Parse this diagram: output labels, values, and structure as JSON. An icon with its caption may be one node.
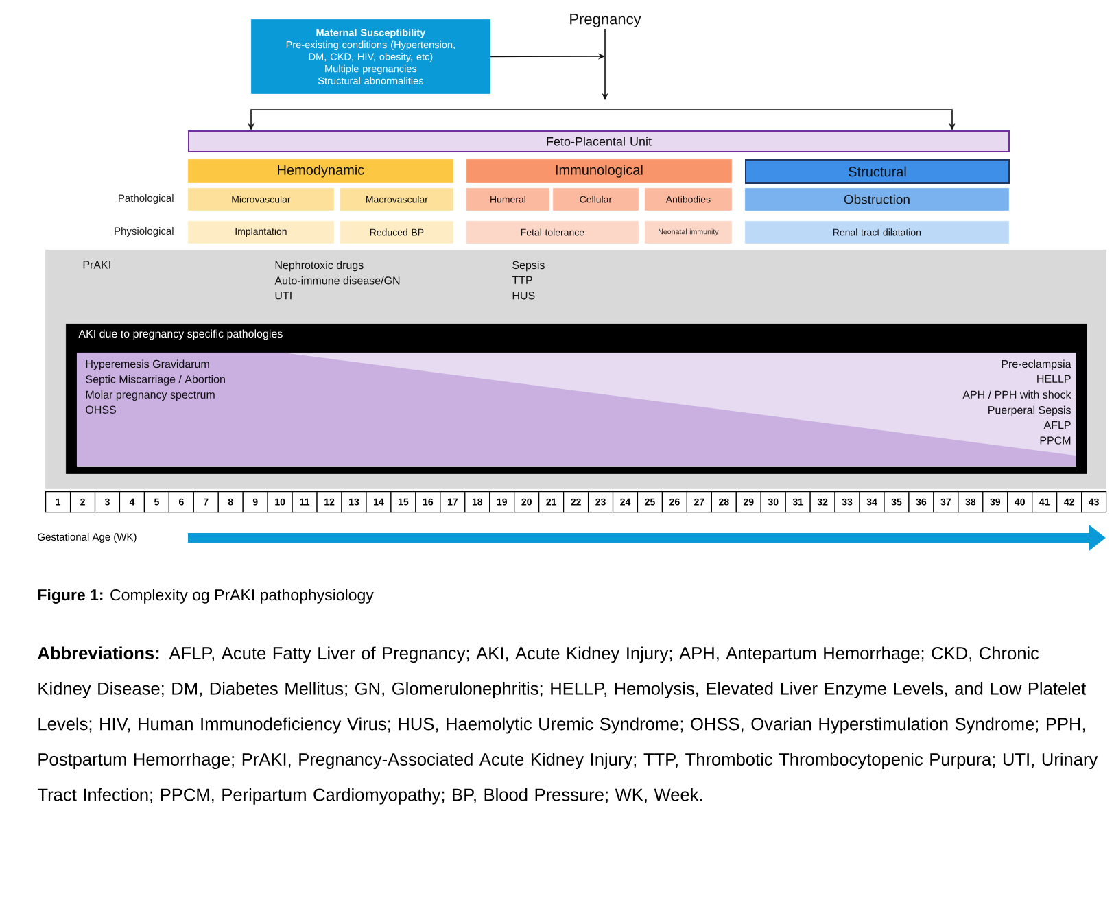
{
  "diagram": {
    "caption": "**Figure 1:** Complexity og PrAKI pathophysiology",
    "nodes": [
      {
        "text": [
          "Maternal Susceptibility",
          "Pre-existing conditions (Hypertension, DM, CKD, HIV, obesity, etc)",
          "Multiple pregnancies",
          "Structural abnormalities"
        ]
      },
      {
        "text": [
          "Pregnancy"
        ]
      },
      {
        "text": [
          "Feto-Placental Unit"
        ]
      },
      {
        "text": [
          "Hemodynamic"
        ]
      },
      {
        "text": [
          "Immunological"
        ]
      },
      {
        "text": [
          "Structural"
        ]
      },
      {
        "text": [
          "Microvascular"
        ]
      },
      {
        "text": [
          "Macrovascular"
        ]
      },
      {
        "text": [
          "Humeral"
        ]
      },
      {
        "text": [
          "Cellular"
        ]
      },
      {
        "text": [
          "Antibodies"
        ]
      },
      {
        "text": [
          "Obstruction"
        ]
      },
      {
        "text": [
          "Implantation"
        ]
      },
      {
        "text": [
          "Reduced BP"
        ]
      },
      {
        "text": [
          "Fetal tolerance"
        ]
      },
      {
        "text": [
          "Neonatal immunity"
        ]
      },
      {
        "text": [
          "Renal tract dilatation"
        ]
      },
      {
        "text": [
          "PrAKI",
          "Nephrotoxic drugs",
          "Auto-immune disease/GN",
          "UTI",
          "Sepsis",
          "TTP",
          "HUS"
        ]
      },
      {
        "text": [
          "AKI due to pregnancy specific pathologies"
        ],
        "in": 17
      },
      {
        "text": [
          "Hyperemesis Gravidarum",
          "Septic Miscarriage / Abortion",
          "Molar pregnancy spectrum",
          "OHSS",
          "Pre-eclampsia",
          "HELLP",
          "APH / PPH with shock",
          "Puerperal Sepsis",
          "AFLP",
          "PPCM"
        ],
        "in": 18
      }
    ],
    "edges": [
      {
        "from": 0,
        "to": 1,
        "arrow": "to"
      },
      {
        "from": 1,
        "to": null,
        "arrow": "to"
      },
      {
        "from": null,
        "to": 2,
        "arrow": "to"
      },
      {
        "from": null,
        "to": 2,
        "arrow": "to"
      }
    ],
    "labels": [
      "Pathological",
      "Physiological",
      "1",
      "2",
      "3",
      "4",
      "5",
      "6",
      "7",
      "8",
      "9",
      "10",
      "11",
      "12",
      "13",
      "14",
      "15",
      "16",
      "17",
      "18",
      "19",
      "20",
      "21",
      "22",
      "23",
      "24",
      "25",
      "26",
      "27",
      "28",
      "29",
      "30",
      "31",
      "32",
      "33",
      "34",
      "35",
      "36",
      "37",
      "38",
      "39",
      "40",
      "41",
      "42",
      "43",
      "Gestational Age (WK)",
      "**Abbreviations:** AFLP, Acute Fatty Liver of Pregnancy; AKI, Acute Kidney Injury; APH, Antepartum Hemorrhage; CKD, Chronic Kidney Disease; DM, Diabetes Mellitus; GN, Glomerulonephritis; HELLP, Hemolysis, Elevated Liver Enzyme Levels, and Low Platelet Levels; HIV, Human Immunodeficiency Virus; HUS, Haemolytic Uremic Syndrome; OHSS, Ovarian Hyperstimulation Syndrome; PPH, Postpartum Hemorrhage; PrAKI, Pregnancy-Associated Acute Kidney Injury; TTP, Thrombotic Thrombocytopenic Purpura; UTI, Urinary Tract Infection; PPCM, Peripartum Cardiomyopathy; BP, Blood Pressure; WK, Week."
    ]
  }
}
